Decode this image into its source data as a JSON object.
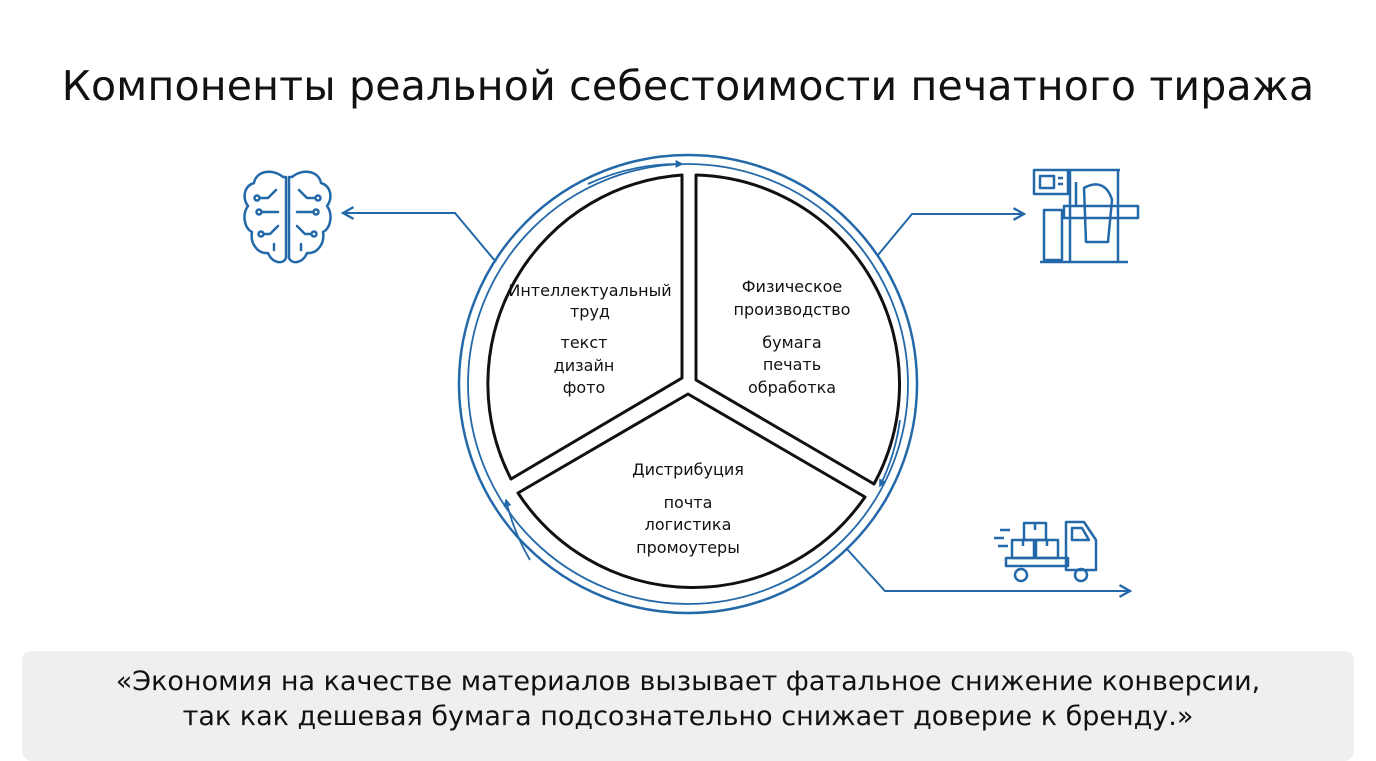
{
  "title": "Компоненты реальной себестоимости печатного тиража",
  "segments": [
    {
      "heading": [
        "Интеллектуальный",
        "труд"
      ],
      "items": [
        "текст",
        "дизайн",
        "фото"
      ]
    },
    {
      "heading": [
        "Физическое",
        "производство"
      ],
      "items": [
        "бумага",
        "печать",
        "обработка"
      ]
    },
    {
      "heading": [
        "Дистрибуция"
      ],
      "items": [
        "почта",
        "логистика",
        "промоутеры"
      ]
    }
  ],
  "icons": {
    "intellectual": "brain-icon",
    "production": "printing-machine-icon",
    "distribution": "delivery-truck-icon"
  },
  "quote": {
    "line1": "«Экономия на качестве материалов вызывает фатальное снижение конверсии,",
    "line2": "так как дешевая бумага подсознательно снижает доверие к бренду.»"
  },
  "colors": {
    "accent": "#2368a8",
    "segment_border": "#111111",
    "quote_bg": "#efefef"
  }
}
